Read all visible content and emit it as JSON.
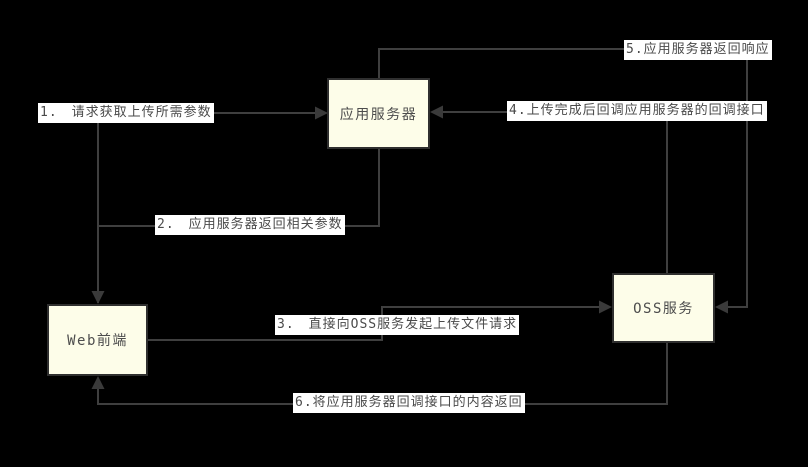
{
  "diagram": {
    "colors": {
      "background": "#000000",
      "node_fill": "#fdfde9",
      "node_border": "#2f2f2f",
      "connector_line": "#3f3f3f",
      "label_background": "#ffffff",
      "text": "#4d4d4d"
    },
    "nodes": {
      "app_server": {
        "label": "应用服务器"
      },
      "oss": {
        "label": "OSS服务"
      },
      "web": {
        "label": "Web前端"
      }
    },
    "steps": {
      "s1": {
        "label": "1.　请求获取上传所需参数",
        "from": "Web前端",
        "to": "应用服务器"
      },
      "s2": {
        "label": "2.　应用服务器返回相关参数",
        "from": "应用服务器",
        "to": "Web前端"
      },
      "s3": {
        "label": "3.　直接向OSS服务发起上传文件请求",
        "from": "Web前端",
        "to": "OSS服务"
      },
      "s4": {
        "label": "4.上传完成后回调应用服务器的回调接口",
        "from": "OSS服务",
        "to": "应用服务器"
      },
      "s5": {
        "label": "5.应用服务器返回响应",
        "from": "应用服务器",
        "to": "OSS服务"
      },
      "s6": {
        "label": "6.将应用服务器回调接口的内容返回",
        "from": "OSS服务",
        "to": "Web前端"
      }
    }
  }
}
